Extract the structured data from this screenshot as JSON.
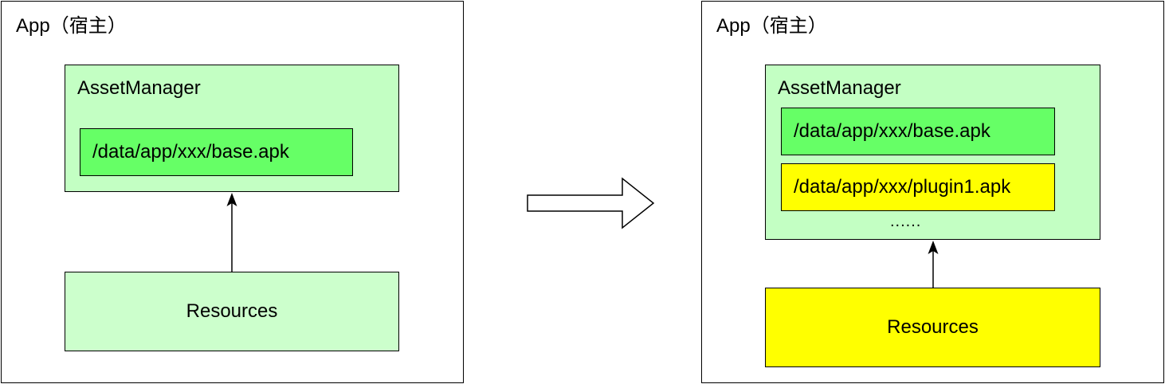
{
  "left": {
    "app_title": "App（宿主）",
    "asset_manager_title": "AssetManager",
    "apks": [
      "/data/app/xxx/base.apk"
    ],
    "resources_label": "Resources"
  },
  "right": {
    "app_title": "App（宿主）",
    "asset_manager_title": "AssetManager",
    "apks": [
      "/data/app/xxx/base.apk",
      "/data/app/xxx/plugin1.apk"
    ],
    "ellipsis": "......",
    "resources_label": "Resources"
  },
  "colors": {
    "asset_manager_bg": "#c3ffc3",
    "base_apk_bg": "#66ff66",
    "plugin_apk_bg": "#ffff00",
    "resources_left_bg": "#ccffcc",
    "resources_right_bg": "#ffff00"
  }
}
